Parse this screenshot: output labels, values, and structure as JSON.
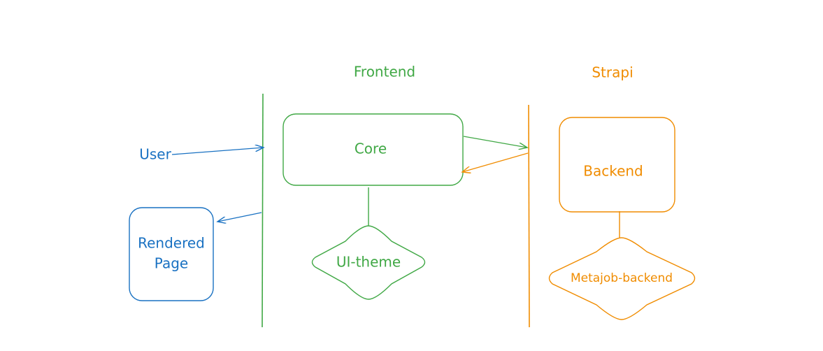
{
  "colors": {
    "frontend": "#40a845",
    "strapi": "#f08c00",
    "user": "#1971c2"
  },
  "headers": {
    "frontend": "Frontend",
    "strapi": "Strapi"
  },
  "nodes": {
    "user": "User",
    "rendered_page_line1": "Rendered",
    "rendered_page_line2": "Page",
    "core": "Core",
    "ui_theme": "UI-theme",
    "backend": "Backend",
    "metajob_backend": "Metajob-backend"
  }
}
